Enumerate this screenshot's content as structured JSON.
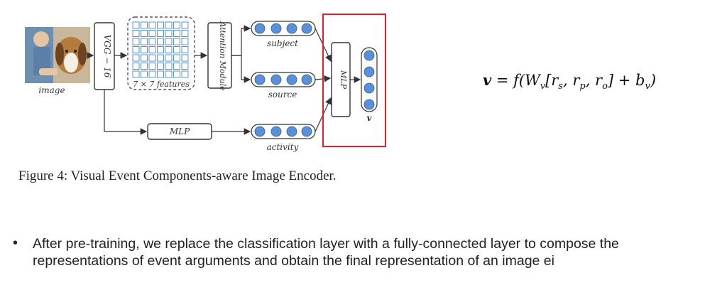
{
  "diagram": {
    "labels": {
      "image": "image",
      "vgg": "VGG − 16",
      "features": "7 × 7 features",
      "attention": "Attention Module",
      "subject": "subject",
      "source": "source",
      "mlp_top": "MLP",
      "mlp_bottom": "MLP",
      "activity": "activity",
      "output": "v"
    },
    "colors": {
      "node_fill": "#5b8fd6",
      "node_stroke": "#2f5f9f",
      "highlight_box": "#e0202a",
      "grid_cell": "#a9c6f0"
    }
  },
  "caption": "Figure 4: Visual Event Components-aware Image Encoder.",
  "formula": "v = f(W_v[r_s, r_p, r_o] + b_v)",
  "bullet": {
    "marker": "•",
    "text": "After pre-training, we replace the classification layer with a fully-connected layer to compose the representations of event arguments and obtain the final representation of an image ei"
  }
}
